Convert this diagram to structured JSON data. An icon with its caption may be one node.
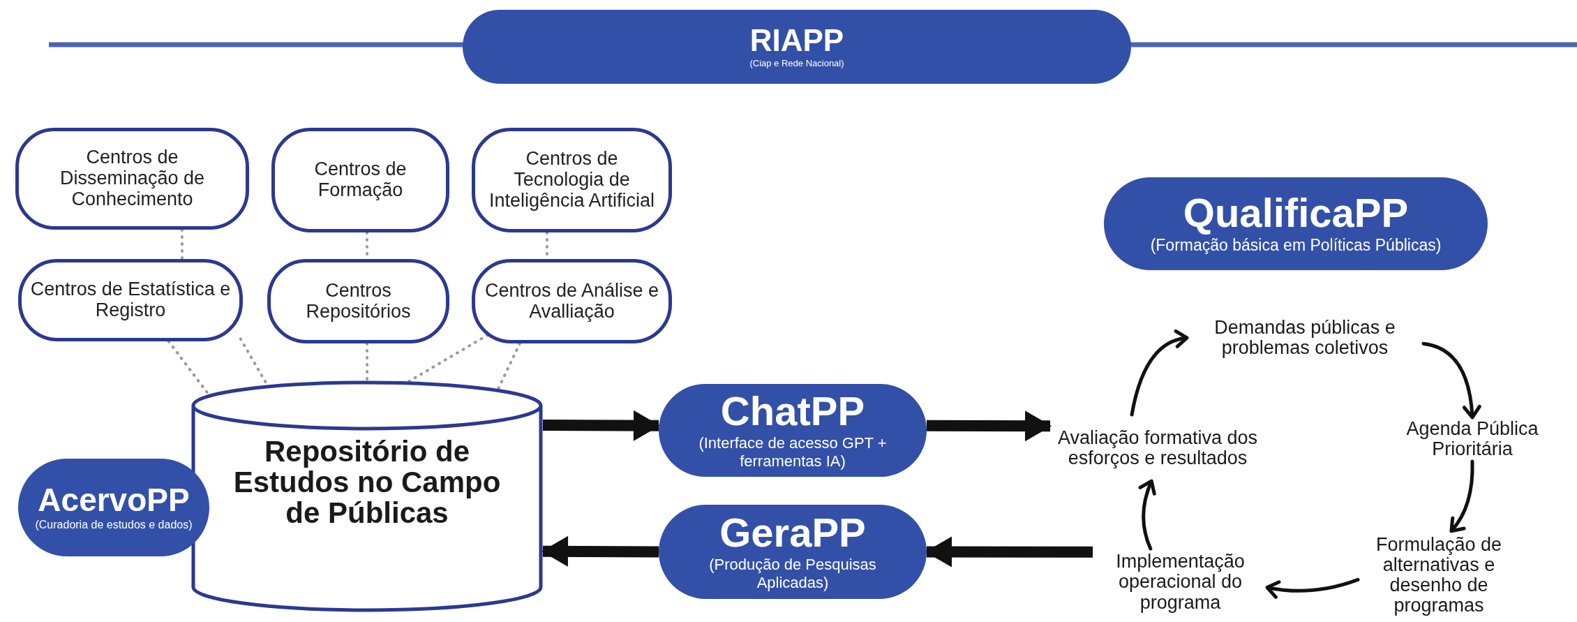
{
  "diagram": {
    "nodes": [
      {
        "text": [
          "RIAPP",
          "(Ciap e Rede Nacional)"
        ]
      },
      {
        "text": [
          "Centros de Disseminação de Conhecimento"
        ]
      },
      {
        "text": [
          "Centros de Formação"
        ]
      },
      {
        "text": [
          "Centros de Tecnologia de Inteligência Artificial"
        ]
      },
      {
        "text": [
          "Centros de Estatística e Registro"
        ]
      },
      {
        "text": [
          "Centros Repositórios"
        ]
      },
      {
        "text": [
          "Centros de Análise e Avalliação"
        ]
      },
      {
        "text": [
          "AcervoPP",
          "(Curadoria de estudos e dados)"
        ]
      },
      {
        "text": [
          "Repositório de Estudos no Campo de Públicas"
        ]
      },
      {
        "text": [
          "ChatPP",
          "(Interface de acesso GPT + ferramentas IA)"
        ]
      },
      {
        "text": [
          "GeraPP",
          "(Produção de Pesquisas Aplicadas)"
        ]
      },
      {
        "text": [
          "QualificaPP",
          "(Formação básica em Políticas Públicas)"
        ]
      },
      {
        "text": [
          "Demandas públicas e problemas coletivos"
        ]
      },
      {
        "text": [
          "Agenda Pública Prioritária"
        ]
      },
      {
        "text": [
          "Formulação de alternativas e desenho de programas"
        ]
      },
      {
        "text": [
          "Implementação operacional do programa"
        ]
      },
      {
        "text": [
          "Avaliação formativa dos esforços e resultados"
        ]
      }
    ],
    "edges": [
      {
        "from": 1,
        "to": 4,
        "arrow": "none",
        "style": "dashed",
        "color": "#9a9a9a"
      },
      {
        "from": 2,
        "to": 5,
        "arrow": "none",
        "style": "dashed",
        "color": "#9a9a9a"
      },
      {
        "from": 3,
        "to": 6,
        "arrow": "none",
        "style": "dashed",
        "color": "#9a9a9a"
      },
      {
        "from": 4,
        "to": 8,
        "arrow": "none",
        "style": "dashed",
        "color": "#9a9a9a"
      },
      {
        "from": 4,
        "to": 8,
        "arrow": "none",
        "style": "dashed",
        "color": "#9a9a9a"
      },
      {
        "from": 5,
        "to": 8,
        "arrow": "none",
        "style": "dashed",
        "color": "#9a9a9a"
      },
      {
        "from": 6,
        "to": 8,
        "arrow": "none",
        "style": "dashed",
        "color": "#9a9a9a"
      },
      {
        "from": 6,
        "to": 8,
        "arrow": "none",
        "style": "dashed",
        "color": "#9a9a9a"
      },
      {
        "from": 8,
        "to": 9,
        "arrow": "to",
        "style": "thick"
      },
      {
        "from": 9,
        "to": 16,
        "arrow": "to",
        "style": "thick"
      },
      {
        "from": 15,
        "to": 10,
        "arrow": "to",
        "style": "thick"
      },
      {
        "from": 10,
        "to": 8,
        "arrow": "to",
        "style": "thick"
      },
      {
        "from": 16,
        "to": 12,
        "arrow": "to"
      },
      {
        "from": 12,
        "to": 13,
        "arrow": "to"
      },
      {
        "from": 13,
        "to": 14,
        "arrow": "to"
      },
      {
        "from": 14,
        "to": 15,
        "arrow": "to"
      },
      {
        "from": 15,
        "to": 16,
        "arrow": "to"
      }
    ]
  }
}
